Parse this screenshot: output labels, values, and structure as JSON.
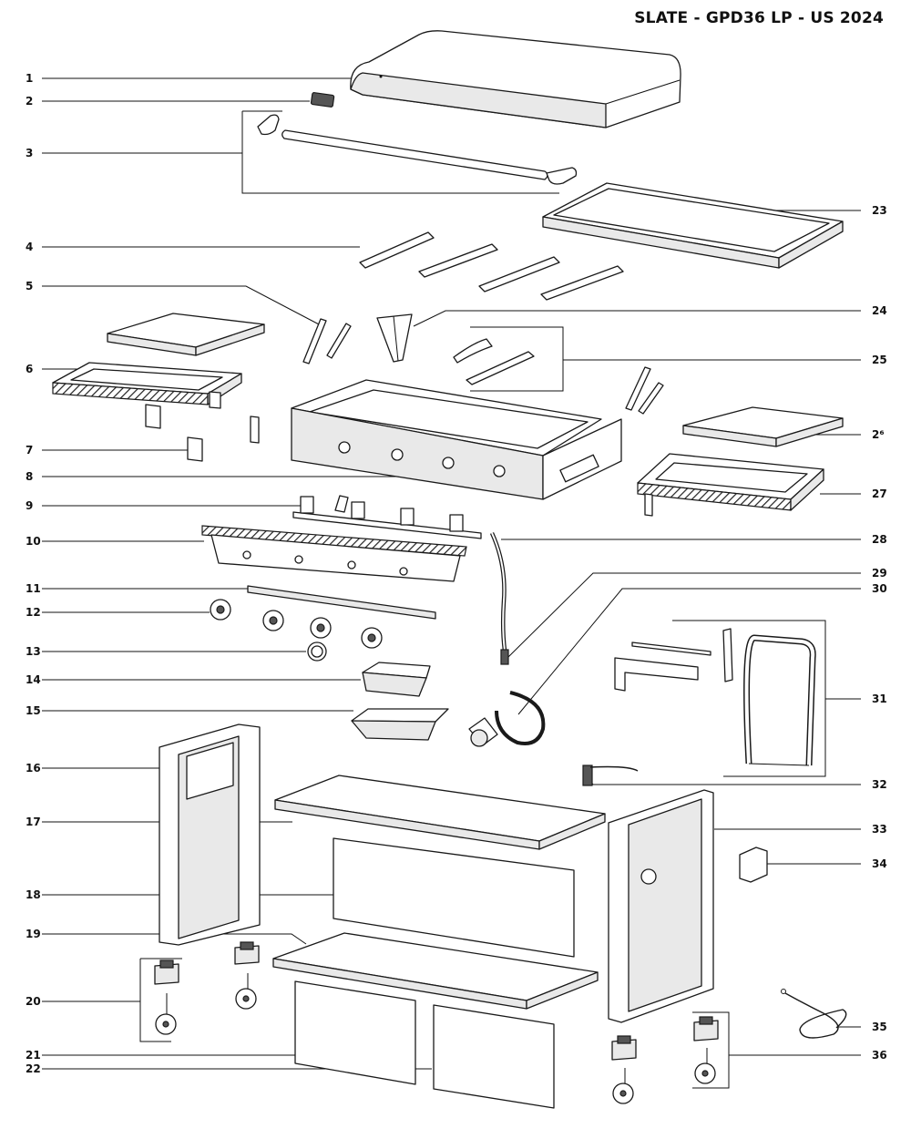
{
  "title": "SLATE - GPD36 LP - US 2024",
  "labels_left": [
    "1",
    "2",
    "3",
    "4",
    "5",
    "6",
    "7",
    "8",
    "9",
    "10",
    "11",
    "12",
    "13",
    "14",
    "15",
    "16",
    "17",
    "18",
    "19",
    "20",
    "21",
    "22"
  ],
  "labels_right": [
    "23",
    "24",
    "25",
    "2⁶",
    "27",
    "28",
    "29",
    "30",
    "31",
    "32",
    "33",
    "34",
    "35",
    "36"
  ]
}
